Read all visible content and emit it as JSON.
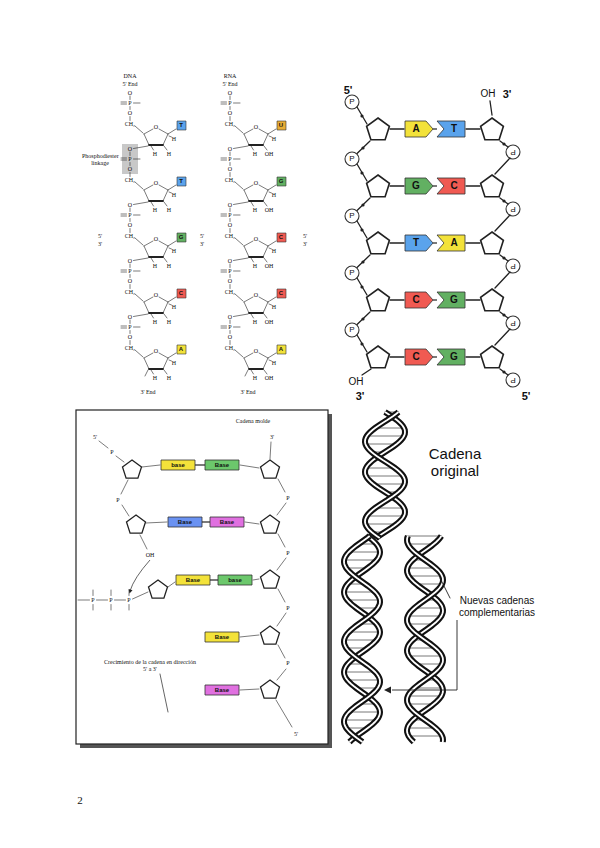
{
  "diagram": {
    "nodes": [
      {
        "text": [
          "T"
        ]
      },
      {
        "text": [
          "T"
        ]
      },
      {
        "text": [
          "G"
        ]
      },
      {
        "text": [
          "C"
        ]
      },
      {
        "text": [
          "A"
        ]
      },
      {
        "text": [
          "U"
        ]
      },
      {
        "text": [
          "G"
        ]
      },
      {
        "text": [
          "C"
        ]
      },
      {
        "text": [
          "C"
        ]
      },
      {
        "text": [
          "A"
        ]
      },
      {
        "text": [
          "A"
        ]
      },
      {
        "text": [
          "T"
        ]
      },
      {
        "text": [
          "G"
        ]
      },
      {
        "text": [
          "C"
        ]
      },
      {
        "text": [
          "T"
        ]
      },
      {
        "text": [
          "A"
        ]
      },
      {
        "text": [
          "C"
        ]
      },
      {
        "text": [
          "G"
        ]
      },
      {
        "text": [
          "C"
        ]
      },
      {
        "text": [
          "G"
        ]
      },
      {
        "text": [
          "base"
        ]
      },
      {
        "text": [
          "Base"
        ]
      },
      {
        "text": [
          "Base"
        ]
      },
      {
        "text": [
          "Base"
        ]
      },
      {
        "text": [
          "Base"
        ]
      },
      {
        "text": [
          "base"
        ]
      },
      {
        "text": [
          "Base"
        ]
      },
      {
        "text": [
          "Base"
        ]
      }
    ],
    "edges": [
      {
        "from": 10,
        "to": 11,
        "arrow": "none"
      },
      {
        "from": 12,
        "to": 13,
        "arrow": "none"
      },
      {
        "from": 14,
        "to": 15,
        "arrow": "none"
      },
      {
        "from": 16,
        "to": 17,
        "arrow": "none"
      },
      {
        "from": 18,
        "to": 19,
        "arrow": "none"
      },
      {
        "from": 20,
        "to": 21,
        "arrow": "none"
      },
      {
        "from": 22,
        "to": 23,
        "arrow": "none"
      },
      {
        "from": 24,
        "to": 25,
        "arrow": "none"
      }
    ],
    "labels": [
      "DNA",
      "5' End",
      "RNA",
      "5' End",
      "Phosphodiester linkage",
      "3' End",
      "3' End",
      "5'",
      "3'",
      "5'",
      "3'",
      "5'",
      "3'",
      "O",
      "P",
      "O",
      "CH₂",
      "O",
      "H",
      "H",
      "H",
      "O",
      "P",
      "O",
      "CH₂",
      "O",
      "H",
      "H",
      "H",
      "O",
      "P",
      "O",
      "CH₂",
      "O",
      "H",
      "H",
      "H",
      "O",
      "P",
      "O",
      "CH₂",
      "O",
      "H",
      "H",
      "H",
      "O",
      "P",
      "O",
      "CH₂",
      "O",
      "H",
      "H",
      "H",
      "O",
      "P",
      "O",
      "CH₂",
      "O",
      "H",
      "H",
      "OH",
      "O",
      "P",
      "O",
      "CH₂",
      "O",
      "H",
      "H",
      "OH",
      "O",
      "P",
      "O",
      "CH₂",
      "O",
      "H",
      "H",
      "OH",
      "O",
      "P",
      "O",
      "CH₂",
      "O",
      "H",
      "H",
      "OH",
      "O",
      "P",
      "O",
      "CH₂",
      "O",
      "H",
      "H",
      "OH",
      "5'",
      "OH",
      "3'",
      "OH",
      "3'",
      "5'",
      "P",
      "P",
      "P",
      "P",
      "P",
      "P",
      "P",
      "P",
      "P",
      "P",
      "Cadena molde",
      "5'",
      "3'",
      "OH",
      "Crecimiento de la cadena en dirección 5' a 3'",
      "5'",
      "P",
      "P",
      "P",
      "P",
      "P",
      "P",
      "P",
      "P",
      "P",
      "Cadena original",
      "Nuevas cadenas complementarias",
      "2"
    ]
  }
}
